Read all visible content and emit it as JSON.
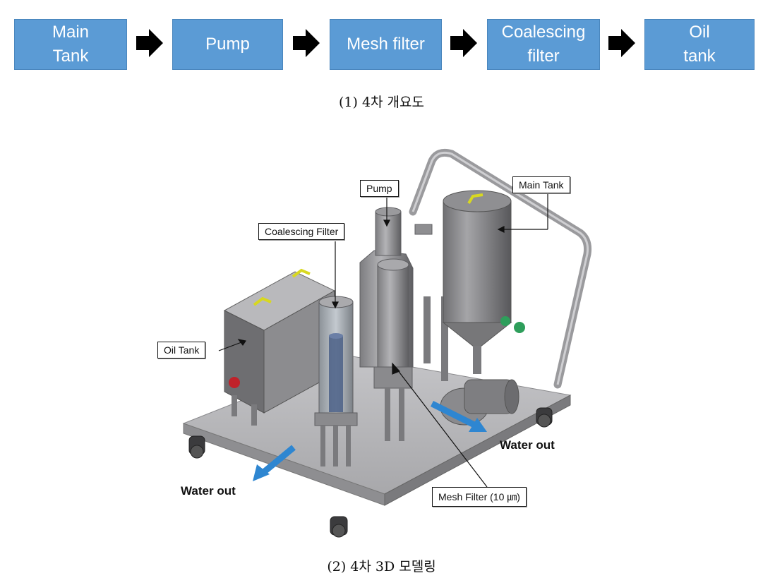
{
  "flow": {
    "steps": [
      "Main\nTank",
      "Pump",
      "Mesh filter",
      "Coalescing\nfilter",
      "Oil\ntank"
    ],
    "caption": "(1) 4차 개요도"
  },
  "model": {
    "labels": {
      "pump": "Pump",
      "main_tank": "Main Tank",
      "coalescing_filter": "Coalescing Filter",
      "oil_tank": "Oil Tank",
      "mesh_filter": "Mesh Filter (10 ㎛)",
      "water_out_right": "Water out",
      "water_out_left": "Water out"
    },
    "caption": "(2) 4차 3D 모델링"
  },
  "colors": {
    "flow_box": "#5B9BD5",
    "water_arrow": "#2E86D1",
    "handle": "#D8D820",
    "valve": "#2E9E5B",
    "red_cap": "#C0222A"
  }
}
